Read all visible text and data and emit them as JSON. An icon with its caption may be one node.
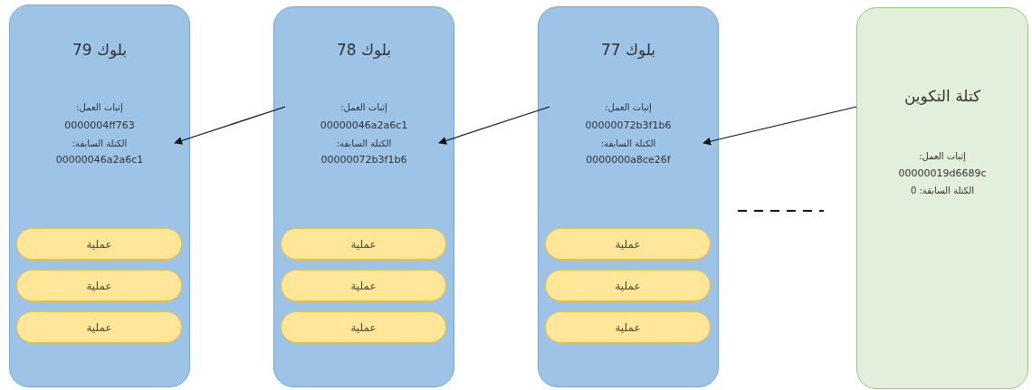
{
  "diagram": {
    "nodes": [
      {
        "text": [
          "بلوك 79",
          "إثبات العمل:",
          "0000004ff763",
          "الكتلة السابقة:",
          "00000046a2a6c1"
        ]
      },
      {
        "text": [
          "عملية"
        ],
        "in": 0
      },
      {
        "text": [
          "عملية"
        ],
        "in": 0
      },
      {
        "text": [
          "عملية"
        ],
        "in": 0
      },
      {
        "text": [
          "بلوك 78",
          "إثبات العمل:",
          "00000046a2a6c1",
          "الكتلة السابقة:",
          "00000072b3f1b6"
        ]
      },
      {
        "text": [
          "عملية"
        ],
        "in": 4
      },
      {
        "text": [
          "عملية"
        ],
        "in": 4
      },
      {
        "text": [
          "عملية"
        ],
        "in": 4
      },
      {
        "text": [
          "بلوك 77",
          "إثبات العمل:",
          "00000072b3f1b6",
          "الكتلة السابقة:",
          "0000000a8ce26f"
        ]
      },
      {
        "text": [
          "عملية"
        ],
        "in": 8
      },
      {
        "text": [
          "عملية"
        ],
        "in": 8
      },
      {
        "text": [
          "عملية"
        ],
        "in": 8
      },
      {
        "text": [
          "كتلة التكوين",
          "إثبات العمل:",
          "00000019d6689c",
          "الكتلة السابقة: 0"
        ]
      }
    ],
    "edges": [
      {
        "from": 4,
        "to": 0,
        "arrow": "to"
      },
      {
        "from": 8,
        "to": 4,
        "arrow": "to"
      },
      {
        "from": 12,
        "to": 8,
        "arrow": "to"
      }
    ]
  }
}
